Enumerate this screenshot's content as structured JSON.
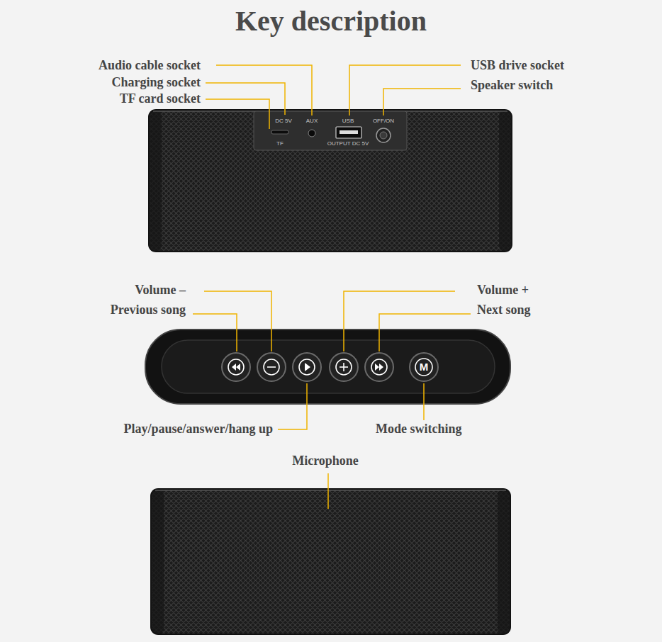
{
  "diagram": {
    "title": "Key description",
    "labels": [
      "Audio cable socket",
      "Charging socket",
      "TF card socket",
      "USB drive socket",
      "Speaker switch",
      "DC 5V",
      "AUX",
      "USB",
      "OFF/ON",
      "TF",
      "OUTPUT DC 5V",
      "Volume –",
      "Previous song",
      "Volume +",
      "Next song",
      "M",
      "Play/pause/answer/hang up",
      "Mode switching",
      "Microphone"
    ]
  }
}
